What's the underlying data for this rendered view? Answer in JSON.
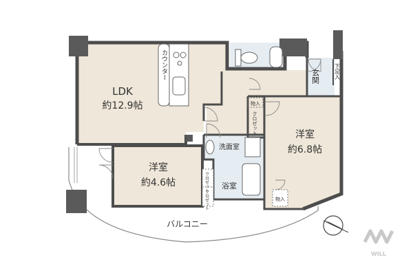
{
  "rooms": {
    "ldk": {
      "name": "LDK",
      "size": "約12.9帖"
    },
    "western_1": {
      "name": "洋室",
      "size": "約6.8帖"
    },
    "western_2": {
      "name": "洋室",
      "size": "約4.6帖"
    },
    "wash_room": {
      "name": "洗面室"
    },
    "bathroom": {
      "name": "浴室"
    },
    "entrance": {
      "name": "玄関"
    },
    "balcony": {
      "name": "バルコニー"
    }
  },
  "labels": {
    "counter": "カウンター",
    "closet": "クロゼット",
    "storage": "物入",
    "shoe_box": "下足入"
  },
  "logo": {
    "text": "WILL"
  },
  "colors": {
    "floor": "#efe7d9",
    "wet_area": "#e6edf2",
    "wall": "#4d4d4d",
    "pillar": "#5a5a5a",
    "line": "#888888",
    "text": "#333333",
    "logo": "#c8c8c8"
  }
}
